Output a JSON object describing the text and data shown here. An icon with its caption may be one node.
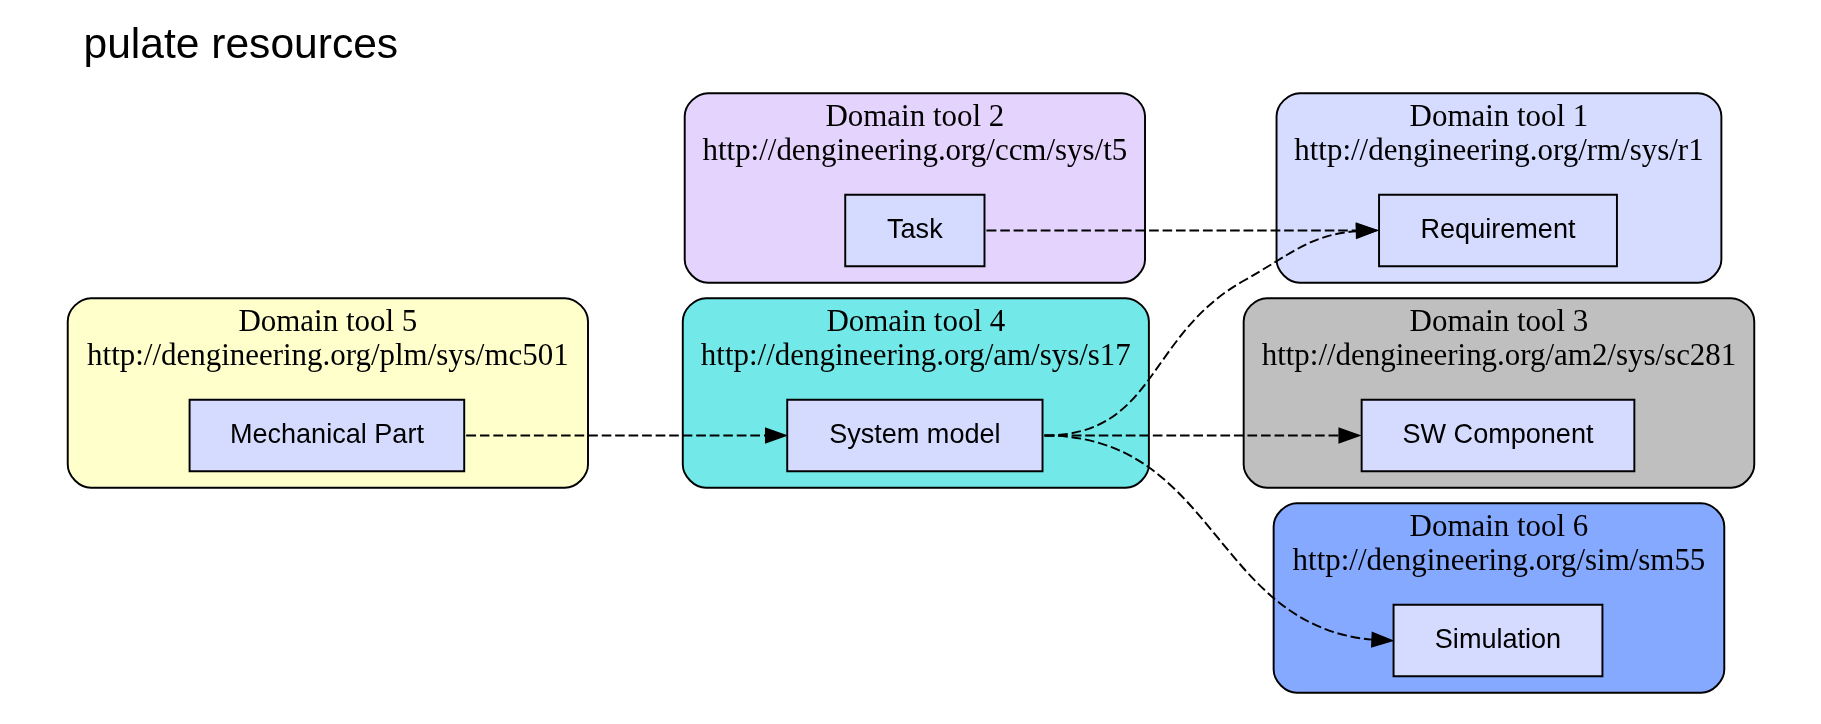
{
  "diagram": {
    "title": "pulate resources",
    "nodes": [
      {
        "text": [
          "Domain tool 1",
          "http://dengineering.org/rm/sys/r1"
        ]
      },
      {
        "text": [
          "Requirement"
        ],
        "in": 0
      },
      {
        "text": [
          "Domain tool 2",
          "http://dengineering.org/ccm/sys/t5"
        ]
      },
      {
        "text": [
          "Task"
        ],
        "in": 2
      },
      {
        "text": [
          "Domain tool 3",
          "http://dengineering.org/am2/sys/sc281"
        ]
      },
      {
        "text": [
          "SW Component"
        ],
        "in": 4
      },
      {
        "text": [
          "Domain tool 4",
          "http://dengineering.org/am/sys/s17"
        ]
      },
      {
        "text": [
          "System model"
        ],
        "in": 6
      },
      {
        "text": [
          "Domain tool 5",
          "http://dengineering.org/plm/sys/mc501"
        ]
      },
      {
        "text": [
          "Mechanical Part"
        ],
        "in": 8
      },
      {
        "text": [
          "Domain tool 6",
          "http://dengineering.org/sim/sm55"
        ]
      },
      {
        "text": [
          "Simulation"
        ],
        "in": 10
      }
    ],
    "edges": [
      {
        "from": 3,
        "to": 1,
        "arrow": "to",
        "style": "dashed"
      },
      {
        "from": 7,
        "to": 1,
        "arrow": "to",
        "style": "dashed"
      },
      {
        "from": 7,
        "to": 5,
        "arrow": "to",
        "style": "dashed"
      },
      {
        "from": 9,
        "to": 7,
        "arrow": "to",
        "style": "dashed"
      },
      {
        "from": 7,
        "to": 11,
        "arrow": "to",
        "style": "dashed"
      }
    ]
  }
}
